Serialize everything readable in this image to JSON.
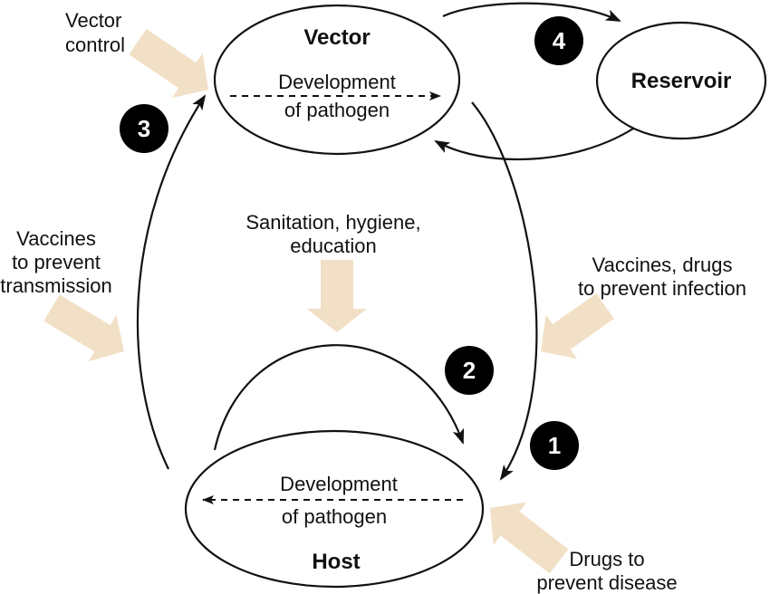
{
  "nodes": {
    "vector": {
      "title": "Vector",
      "process": [
        "Development",
        "of pathogen"
      ]
    },
    "reservoir": {
      "title": "Reservoir"
    },
    "host": {
      "title": "Host",
      "process": [
        "Development",
        "of pathogen"
      ]
    }
  },
  "interventions": {
    "vector_control": {
      "lines": [
        "Vector",
        "control"
      ]
    },
    "sanitation": {
      "lines": [
        "Sanitation, hygiene,",
        "education"
      ]
    },
    "vaccines_transmission": {
      "lines": [
        "Vaccines",
        "to prevent",
        "transmission"
      ]
    },
    "vaccines_infection": {
      "lines": [
        "Vaccines, drugs",
        "to prevent infection"
      ]
    },
    "drugs_disease": {
      "lines": [
        "Drugs to",
        "prevent disease"
      ]
    }
  },
  "step_markers": {
    "step1": "1",
    "step2": "2",
    "step3": "3",
    "step4": "4"
  },
  "colors": {
    "intervention_arrow": "#f2e0c6",
    "line": "#111111",
    "step_bg": "#000000",
    "step_text": "#ffffff",
    "background": "#ffffff"
  }
}
